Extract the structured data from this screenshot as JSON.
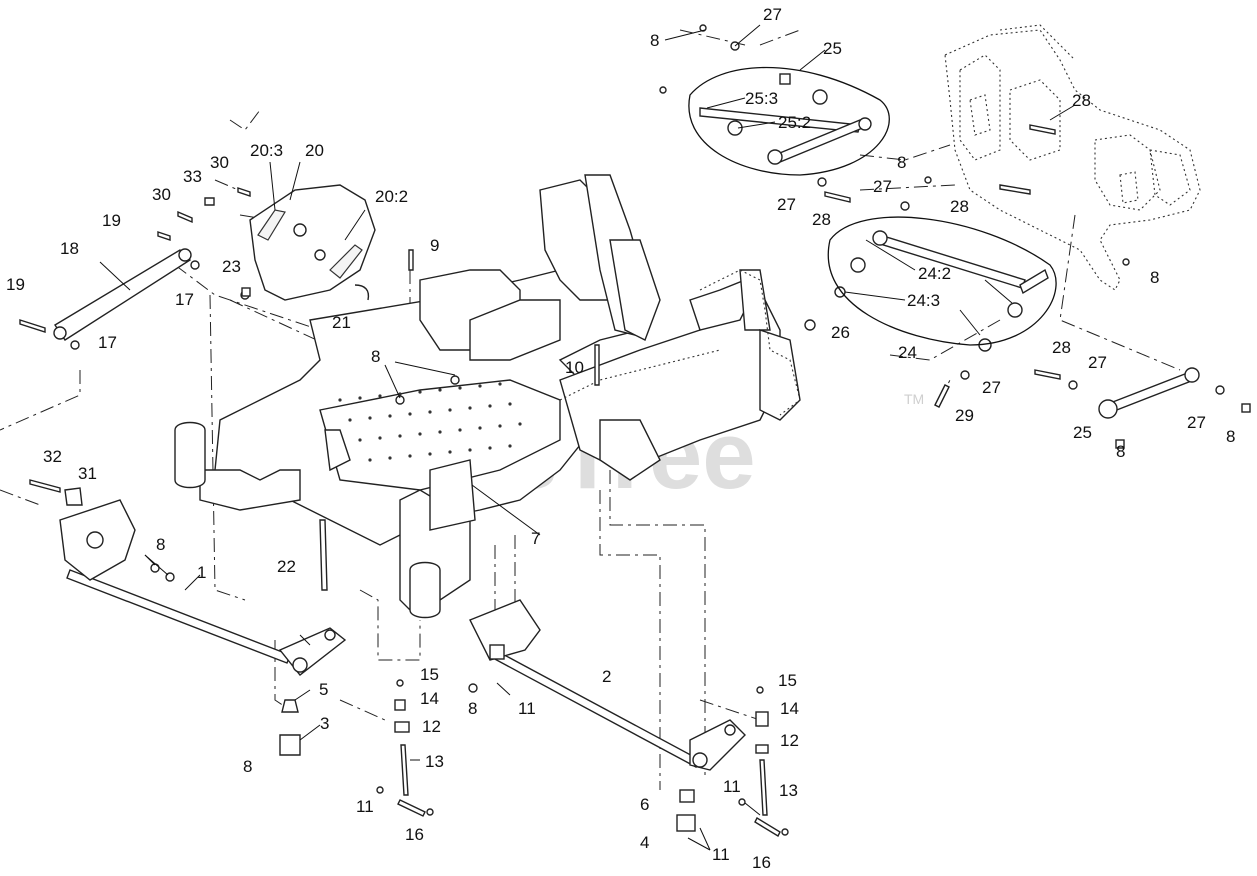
{
  "watermark": {
    "text": "PartsTree",
    "trademark": "TM"
  },
  "callouts": [
    {
      "text": "27"
    },
    {
      "text": "8"
    },
    {
      "text": "25"
    },
    {
      "text": "25:3"
    },
    {
      "text": "25:2"
    },
    {
      "text": "28"
    },
    {
      "text": "8"
    },
    {
      "text": "27"
    },
    {
      "text": "27"
    },
    {
      "text": "28"
    },
    {
      "text": "28"
    },
    {
      "text": "20:3"
    },
    {
      "text": "20"
    },
    {
      "text": "30"
    },
    {
      "text": "33"
    },
    {
      "text": "30"
    },
    {
      "text": "20:2"
    },
    {
      "text": "19"
    },
    {
      "text": "18"
    },
    {
      "text": "9"
    },
    {
      "text": "23"
    },
    {
      "text": "17"
    },
    {
      "text": "19"
    },
    {
      "text": "17"
    },
    {
      "text": "21"
    },
    {
      "text": "24:2"
    },
    {
      "text": "8"
    },
    {
      "text": "24:3"
    },
    {
      "text": "26"
    },
    {
      "text": "24"
    },
    {
      "text": "8"
    },
    {
      "text": "10"
    },
    {
      "text": "28"
    },
    {
      "text": "27"
    },
    {
      "text": "27"
    },
    {
      "text": "29"
    },
    {
      "text": "27"
    },
    {
      "text": "25"
    },
    {
      "text": "8"
    },
    {
      "text": "8"
    },
    {
      "text": "32"
    },
    {
      "text": "31"
    },
    {
      "text": "7"
    },
    {
      "text": "8"
    },
    {
      "text": "1"
    },
    {
      "text": "22"
    },
    {
      "text": "15"
    },
    {
      "text": "2"
    },
    {
      "text": "15"
    },
    {
      "text": "5"
    },
    {
      "text": "14"
    },
    {
      "text": "8"
    },
    {
      "text": "11"
    },
    {
      "text": "14"
    },
    {
      "text": "3"
    },
    {
      "text": "12"
    },
    {
      "text": "12"
    },
    {
      "text": "8"
    },
    {
      "text": "13"
    },
    {
      "text": "13"
    },
    {
      "text": "11"
    },
    {
      "text": "6"
    },
    {
      "text": "11"
    },
    {
      "text": "16"
    },
    {
      "text": "4"
    },
    {
      "text": "11"
    },
    {
      "text": "16"
    }
  ]
}
